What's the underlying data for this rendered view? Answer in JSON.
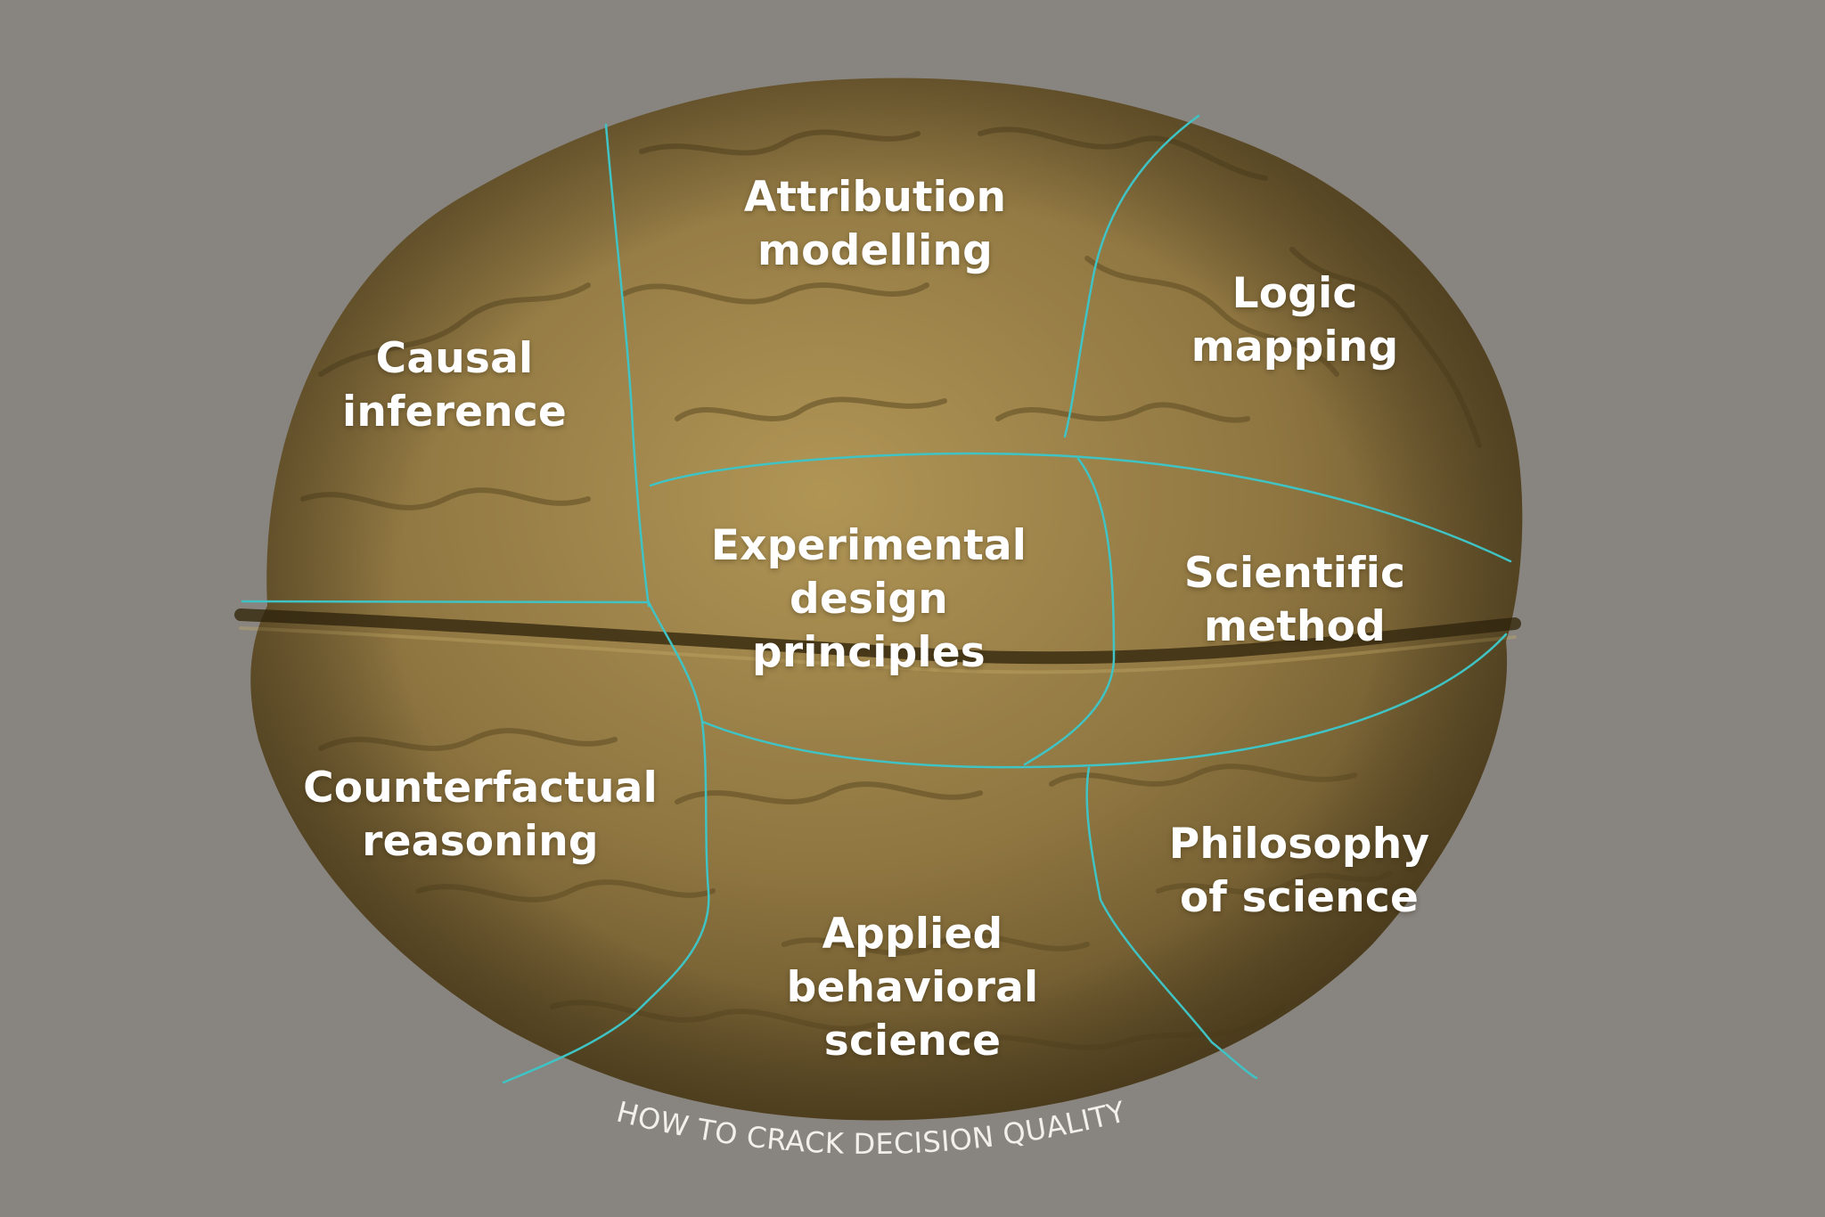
{
  "colors": {
    "background": "#88847f",
    "walnut_base": "#8c7542",
    "walnut_light": "#a88f55",
    "walnut_dark": "#4e3f1f",
    "divider_lines": "#3fc3c4",
    "label_text": "#ffffff",
    "caption_text": "#f2f0ea"
  },
  "regions": [
    {
      "id": "attribution",
      "label": "Attribution\nmodelling"
    },
    {
      "id": "logic",
      "label": "Logic\nmapping"
    },
    {
      "id": "causal",
      "label": "Causal\ninference"
    },
    {
      "id": "experimental",
      "label": "Experimental\ndesign\nprinciples"
    },
    {
      "id": "scientific",
      "label": "Scientific\nmethod"
    },
    {
      "id": "counterfactual",
      "label": "Counterfactual\nreasoning"
    },
    {
      "id": "philosophy",
      "label": "Philosophy\nof science"
    },
    {
      "id": "applied",
      "label": "Applied\nbehavioral\nscience"
    }
  ],
  "caption": "HOW TO CRACK DECISION QUALITY"
}
